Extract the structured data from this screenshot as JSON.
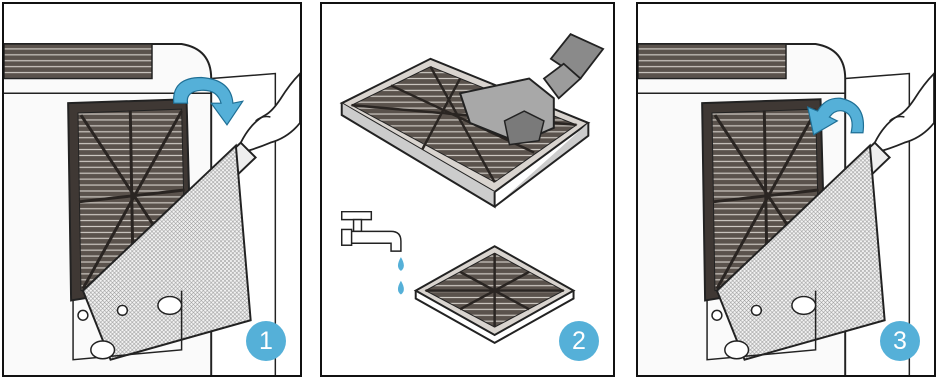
{
  "colors": {
    "accent": "#55b0d8",
    "line": "#222222",
    "filter_dark": "#4a4440",
    "mesh": "#9a9a9a"
  },
  "steps": [
    {
      "number": "1",
      "icon": "curved-arrow-down-icon"
    },
    {
      "number": "2",
      "icon": "water-tap-icon"
    },
    {
      "number": "3",
      "icon": "curved-arrow-up-icon"
    }
  ]
}
